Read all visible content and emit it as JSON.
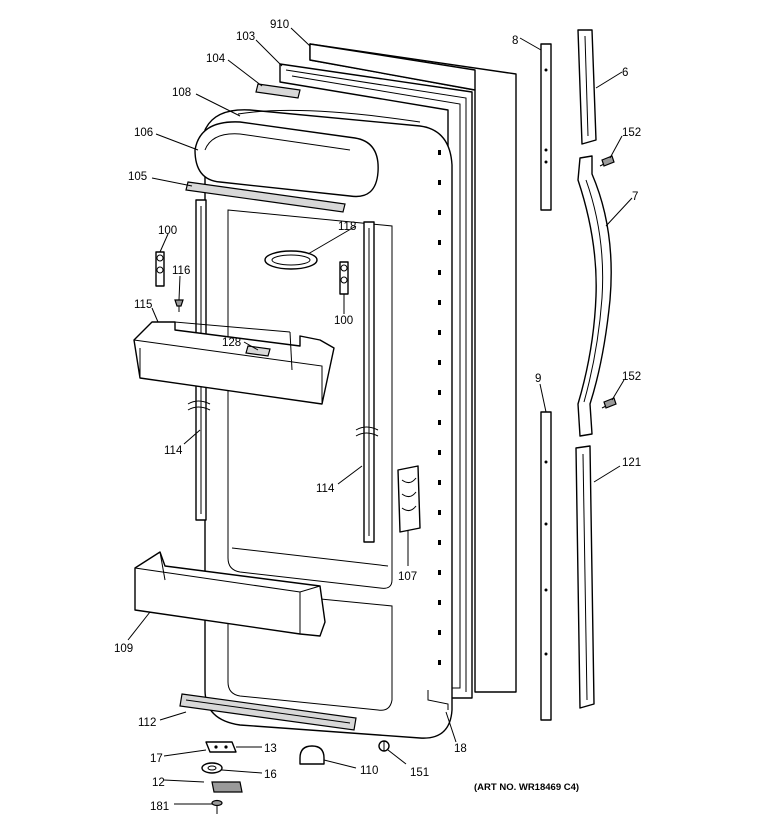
{
  "callouts": {
    "c910": "910",
    "c103": "103",
    "c104": "104",
    "c108": "108",
    "c106": "106",
    "c105": "105",
    "c118": "118",
    "c100a": "100",
    "c116": "116",
    "c100b": "100",
    "c115": "115",
    "c128": "128",
    "c114a": "114",
    "c114b": "114",
    "c107": "107",
    "c109": "109",
    "c112": "112",
    "c17": "17",
    "c13": "13",
    "c12": "12",
    "c16": "16",
    "c181": "181",
    "c110": "110",
    "c151": "151",
    "c18": "18",
    "c8": "8",
    "c6": "6",
    "c152a": "152",
    "c7": "7",
    "c9": "9",
    "c152b": "152",
    "c121": "121"
  },
  "art_number": "(ART NO. WR18469 C4)"
}
